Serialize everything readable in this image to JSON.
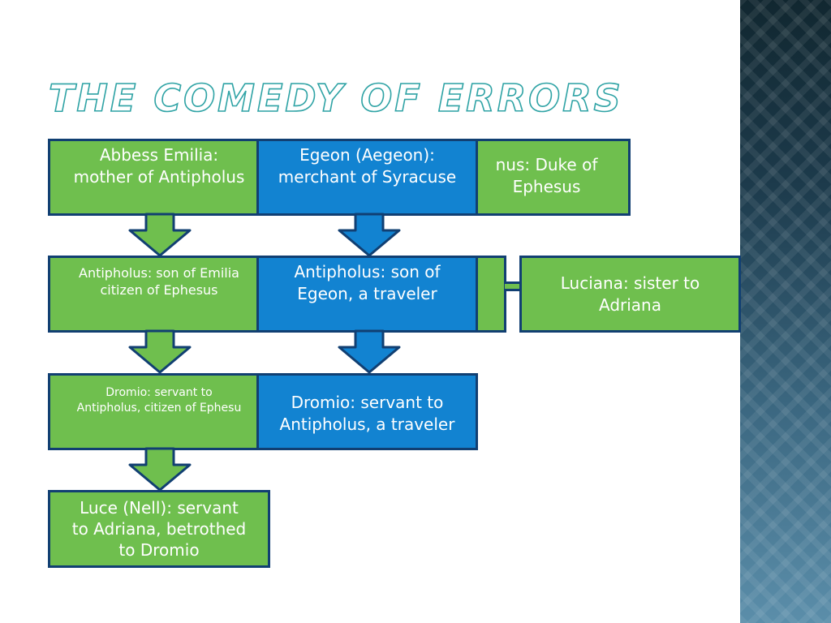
{
  "title": "THE COMEDY OF ERRORS",
  "boxes": {
    "abbess": [
      "Abbess Emilia:",
      "mother of Antipholus"
    ],
    "egeon": [
      "Egeon (Aegeon):",
      "merchant of Syracuse"
    ],
    "duke": [
      "nus: Duke of",
      "Ephesus"
    ],
    "antipholus_ephesus": [
      "Antipholus: son of Emilia",
      "citizen of Ephesus"
    ],
    "antipholus_syracuse": [
      "Antipholus: son of",
      "Egeon, a traveler"
    ],
    "luciana": [
      "Luciana: sister to",
      "Adriana"
    ],
    "dromio_ephesus": [
      "Dromio: servant to",
      "Antipholus, citizen of Ephesu"
    ],
    "dromio_syracuse": [
      "Dromio: servant to",
      "Antipholus, a traveler"
    ],
    "luce": [
      "Luce (Nell): servant",
      "to Adriana, betrothed",
      "to Dromio"
    ]
  },
  "colors": {
    "green": "#6fbf4e",
    "blue": "#1283d1",
    "border": "#113f72",
    "title_outline": "#2fa3a5"
  }
}
